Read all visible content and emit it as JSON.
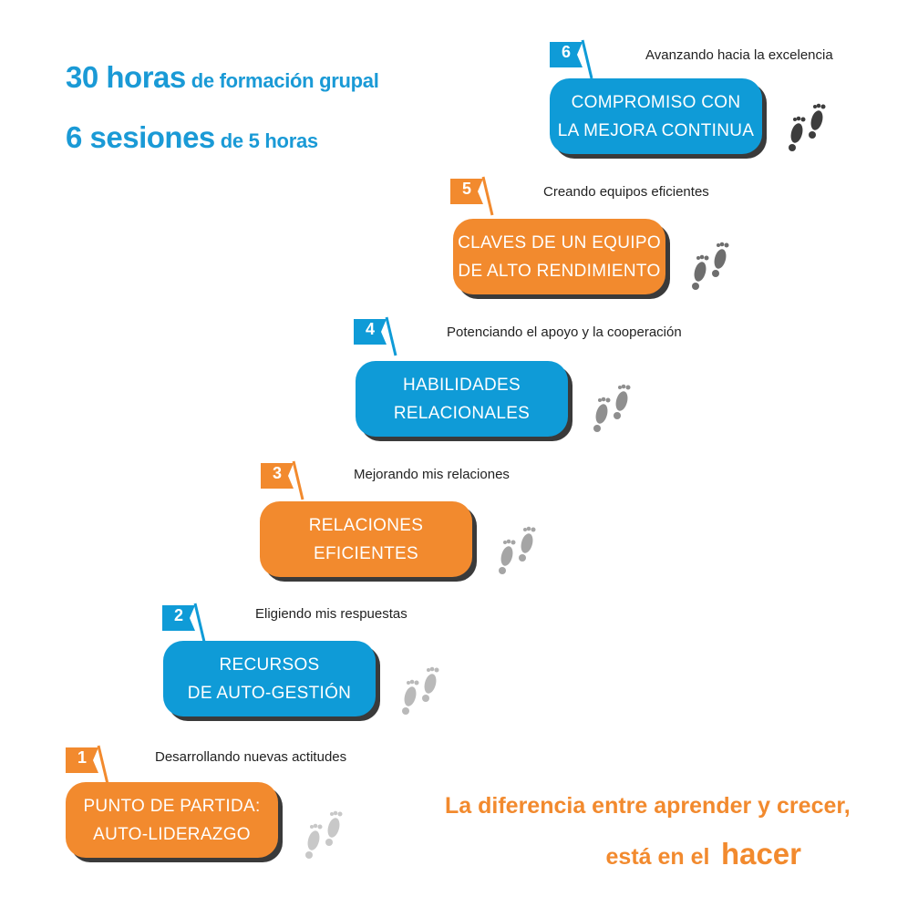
{
  "header": {
    "line1_big": "30 horas",
    "line1_small": "de formación grupal",
    "line2_big": "6 sesiones",
    "line2_small": "de 5 horas"
  },
  "steps": [
    {
      "number": "1",
      "subtitle": "Desarrollando nuevas actitudes",
      "line1": "PUNTO DE PARTIDA:",
      "line2": "AUTO-LIDERAZGO",
      "color": "#f28a2e",
      "feet_color": "#c8c8c8"
    },
    {
      "number": "2",
      "subtitle": "Eligiendo mis respuestas",
      "line1": "RECURSOS",
      "line2": "DE AUTO-GESTIÓN",
      "color": "#0f9bd7",
      "feet_color": "#b9b9b9"
    },
    {
      "number": "3",
      "subtitle": "Mejorando mis relaciones",
      "line1": "RELACIONES",
      "line2": "EFICIENTES",
      "color": "#f28a2e",
      "feet_color": "#a5a5a5"
    },
    {
      "number": "4",
      "subtitle": "Potenciando el apoyo y la cooperación",
      "line1": "HABILIDADES",
      "line2": "RELACIONALES",
      "color": "#0f9bd7",
      "feet_color": "#8f8f8f"
    },
    {
      "number": "5",
      "subtitle": "Creando equipos eficientes",
      "line1": "CLAVES DE UN EQUIPO",
      "line2": "DE ALTO RENDIMIENTO",
      "color": "#f28a2e",
      "feet_color": "#6e6e6e"
    },
    {
      "number": "6",
      "subtitle": "Avanzando hacia la excelencia",
      "line1": "COMPROMISO CON",
      "line2": "LA MEJORA CONTINUA",
      "color": "#0f9bd7",
      "feet_color": "#3d3d3d"
    }
  ],
  "tagline": {
    "line1": "La diferencia entre aprender y crecer,",
    "line2_prefix": "está en el",
    "line2_emph": "hacer"
  }
}
